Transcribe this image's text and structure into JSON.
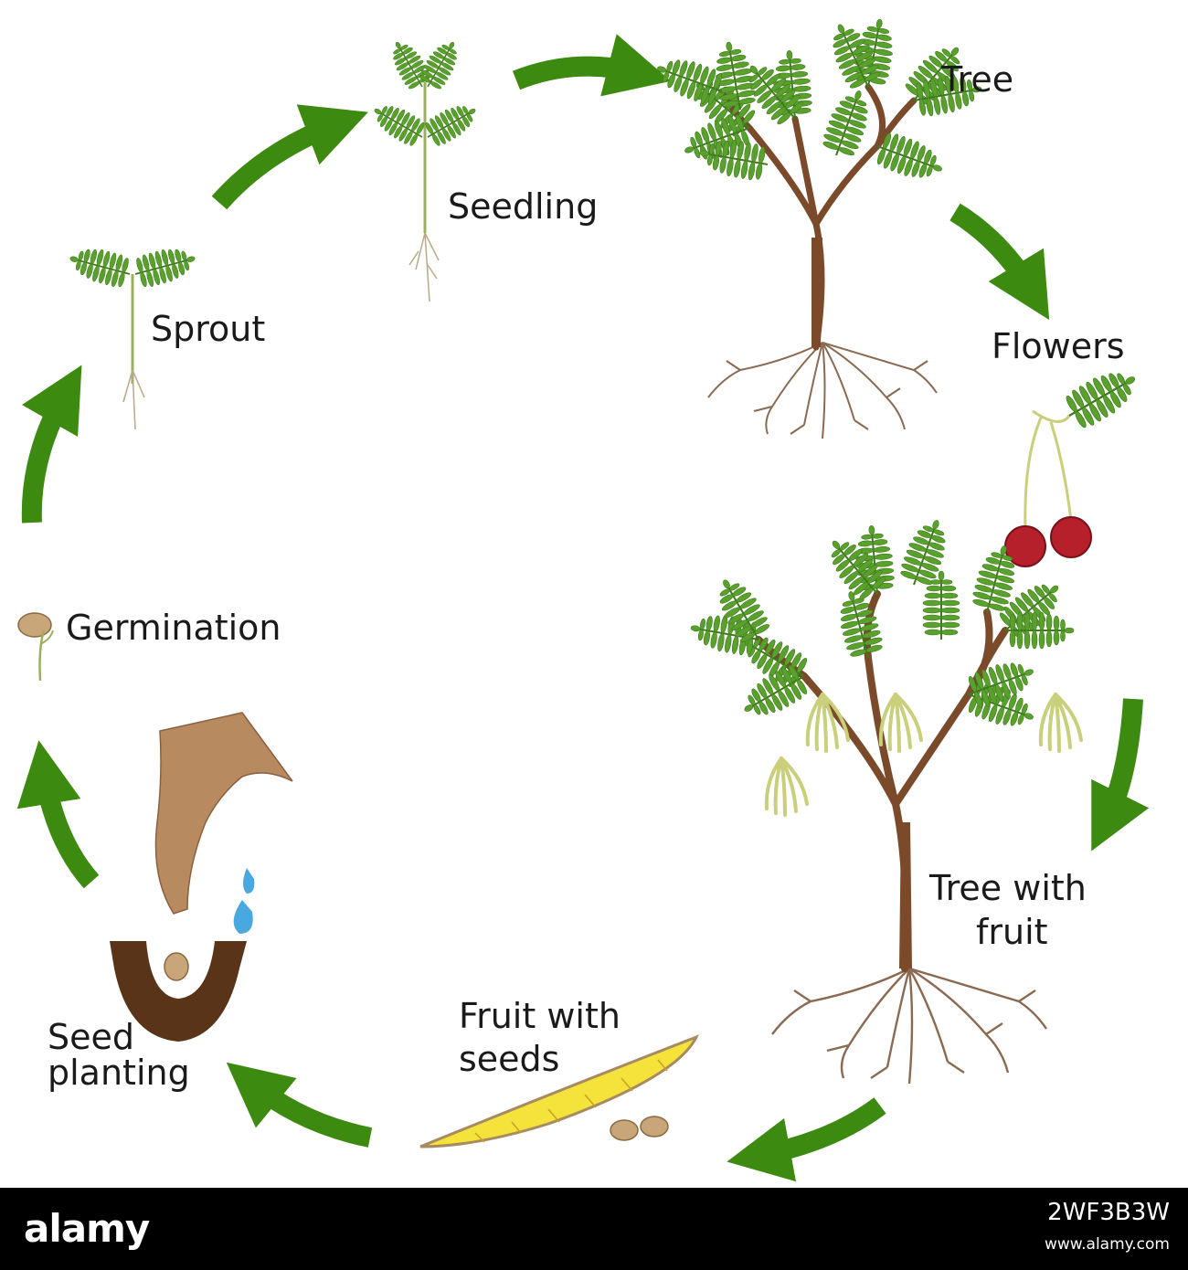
{
  "labels": {
    "tree": "Tree",
    "flowers": "Flowers",
    "tree_with_fruit_1": "Tree with",
    "tree_with_fruit_2": "fruit",
    "fruit_with_seeds_1": "Fruit with",
    "fruit_with_seeds_2": "seeds",
    "seed_planting_1": "Seed",
    "seed_planting_2": "planting",
    "germination": "Germination",
    "sprout": "Sprout",
    "seedling": "Seedling"
  },
  "footer": {
    "logo": "alamy",
    "image_id": "2WF3B3W",
    "url": "www.alamy.com"
  },
  "colors": {
    "arrow": "#3c8a10",
    "leaf": "#5aa02c",
    "leaf_dark": "#3d7a1c",
    "trunk": "#7a4a2a",
    "root": "#8a6a50",
    "flower": "#b5202a",
    "pod": "#f3e33a",
    "soil": "#5a3418",
    "seed": "#c9a57a",
    "hand": "#b88a60",
    "water": "#4aa8e0"
  }
}
